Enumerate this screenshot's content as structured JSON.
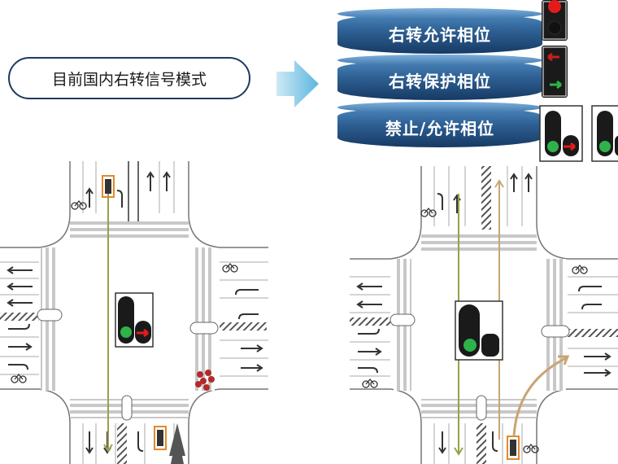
{
  "mode_label": "目前国内右转信号模式",
  "phases": [
    {
      "label": "右转允许相位",
      "signal": "red-ball-signal"
    },
    {
      "label": "右转保护相位",
      "signal": "arrow-signal"
    },
    {
      "label": "禁止/允许相位",
      "signal": "ball-arrow-signals"
    }
  ],
  "colors": {
    "signal_red": "#e41b1b",
    "signal_green": "#2db34a",
    "signal_body": "#1a1a1a",
    "path_line": "#9aa04a",
    "right_turn_path": "#c9a573",
    "pill_border": "#1f3a60",
    "phase_blue": "#2e5f93",
    "pedestrian_red": "#b22b2b"
  },
  "icons": [
    "process-arrow-icon",
    "traffic-signal-icon",
    "lane-arrow-icon",
    "bicycle-icon",
    "car-icon",
    "pedestrian-icon"
  ]
}
